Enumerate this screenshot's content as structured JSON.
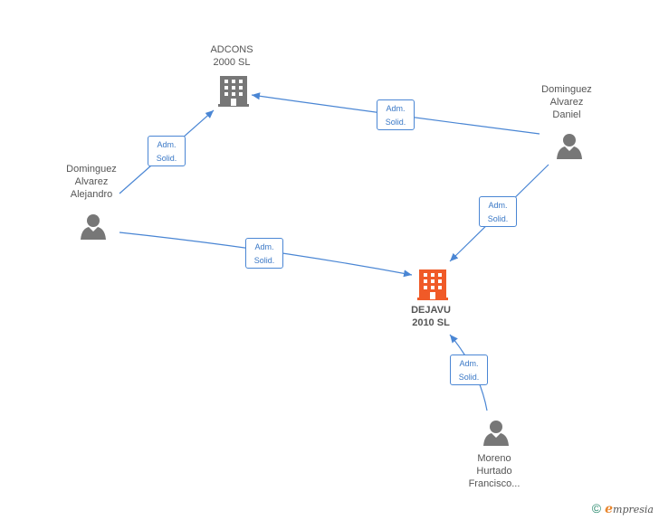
{
  "nodes": {
    "adcons": {
      "line1": "ADCONS",
      "line2": "2000 SL"
    },
    "dejavu": {
      "line1": "DEJAVU",
      "line2": "2010 SL"
    },
    "alejandro": {
      "line1": "Dominguez",
      "line2": "Alvarez",
      "line3": "Alejandro"
    },
    "daniel": {
      "line1": "Dominguez",
      "line2": "Alvarez",
      "line3": "Daniel"
    },
    "moreno": {
      "line1": "Moreno",
      "line2": "Hurtado",
      "line3": "Francisco..."
    }
  },
  "edges": [
    {
      "l1": "Adm.",
      "l2": "Solid."
    },
    {
      "l1": "Adm.",
      "l2": "Solid."
    },
    {
      "l1": "Adm.",
      "l2": "Solid."
    },
    {
      "l1": "Adm.",
      "l2": "Solid."
    },
    {
      "l1": "Adm.",
      "l2": "Solid."
    }
  ],
  "footer": {
    "copyright": "©",
    "brand_e": "e",
    "brand_rest": "mpresia"
  },
  "colors": {
    "edge": "#4a86d4",
    "person": "#777777",
    "company": "#777777",
    "main_company": "#f05a28"
  }
}
